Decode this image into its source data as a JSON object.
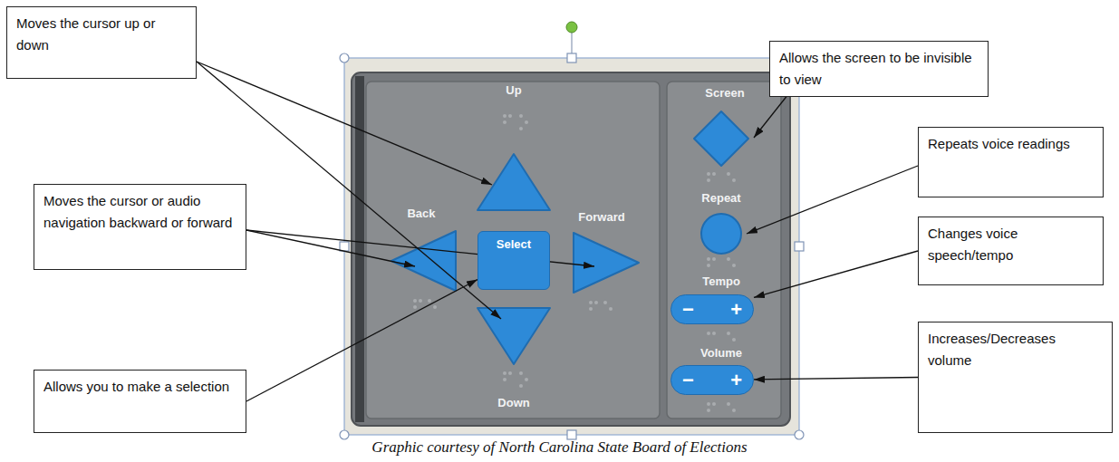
{
  "diagram": {
    "caption": "Graphic courtesy of North Carolina State Board of Elections",
    "nodes": [
      {
        "text": [
          "Moves the cursor up or down"
        ]
      },
      {
        "text": [
          "Moves the cursor or audio navigation backward or forward"
        ]
      },
      {
        "text": [
          "Allows you to make a selection"
        ]
      },
      {
        "text": [
          "Allows the screen to be invisible to view"
        ]
      },
      {
        "text": [
          "Repeats voice readings"
        ]
      },
      {
        "text": [
          "Changes voice speech/tempo"
        ]
      },
      {
        "text": [
          "Increases/Decreases volume"
        ]
      },
      {
        "text": [
          "Select"
        ]
      },
      {
        "text": [
          "−",
          "+"
        ]
      },
      {
        "text": [
          "−",
          "+"
        ]
      }
    ],
    "edges": [
      {
        "from": 2,
        "to": 7,
        "arrow": "to"
      },
      {
        "from": 5,
        "to": 8,
        "arrow": "to"
      },
      {
        "from": 6,
        "to": 9,
        "arrow": "to"
      }
    ],
    "labels": [
      "Up",
      "Back",
      "Forward",
      "Down",
      "Screen",
      "Repeat",
      "Tempo",
      "Volume"
    ]
  }
}
